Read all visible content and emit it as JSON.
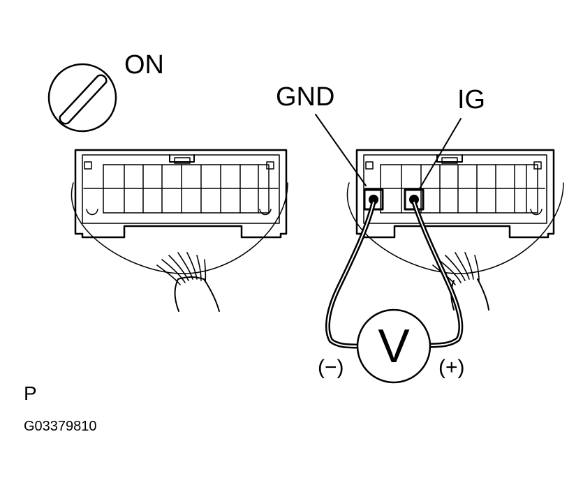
{
  "labels": {
    "ignition": "ON",
    "gnd": "GND",
    "ig": "IG",
    "meter": "V",
    "negative": "(−)",
    "positive": "(+)",
    "corner_letter": "P",
    "figure_code": "G03379810"
  },
  "icons": {
    "ignition_switch": "ignition-key-switch-icon",
    "voltmeter": "voltmeter-icon"
  },
  "colors": {
    "ink": "#000000",
    "paper": "#ffffff"
  }
}
